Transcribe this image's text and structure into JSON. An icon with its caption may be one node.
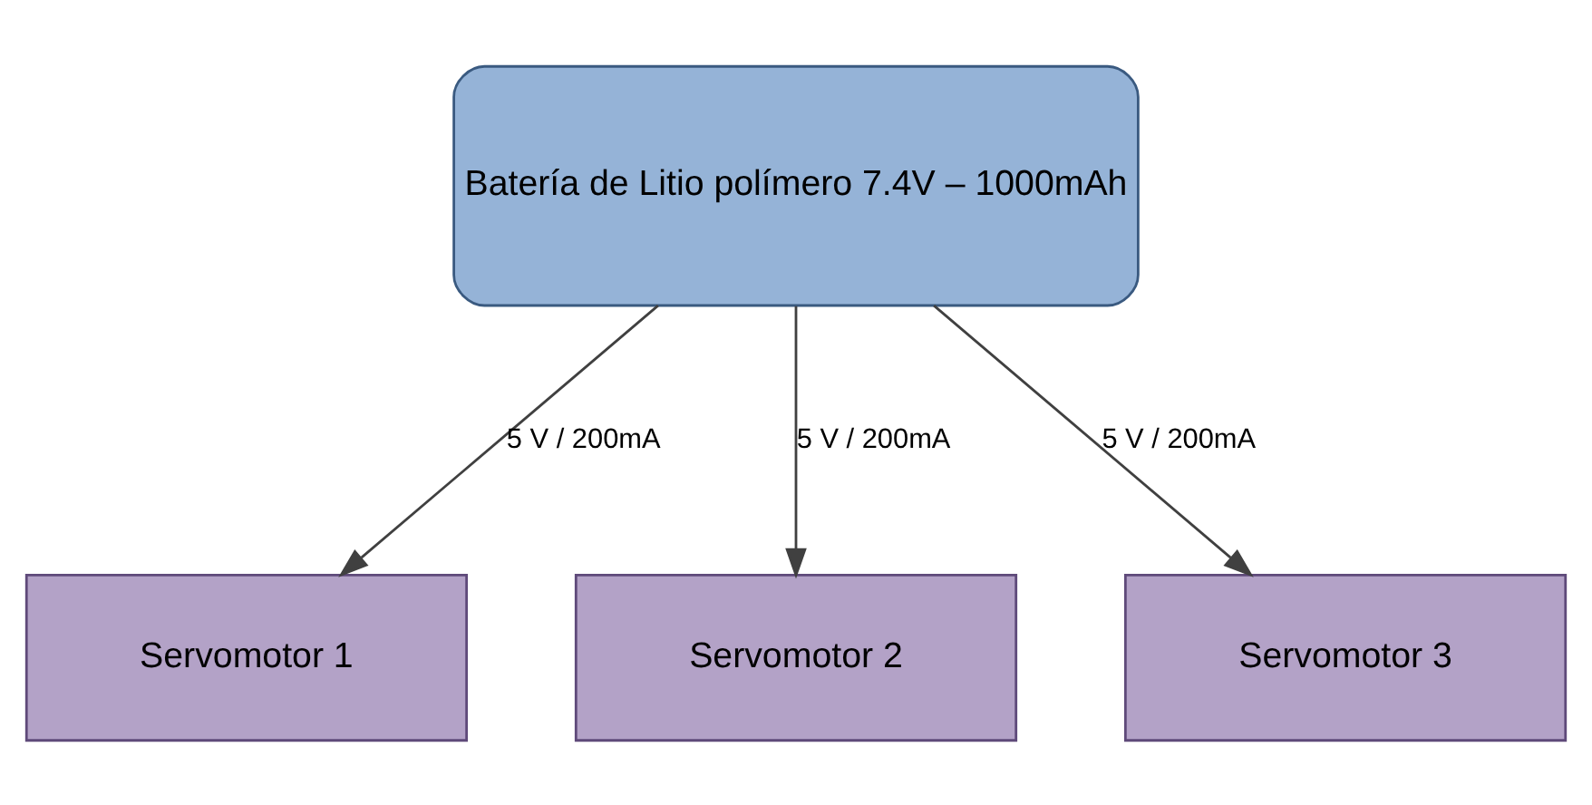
{
  "diagram": {
    "nodes": [
      {
        "text": [
          "Batería de Litio polímero 7.4V – 1000mAh"
        ]
      },
      {
        "text": [
          "Servomotor 1"
        ]
      },
      {
        "text": [
          "Servomotor 2"
        ]
      },
      {
        "text": [
          "Servomotor 3"
        ]
      }
    ],
    "edges": [
      {
        "from": 0,
        "to": 1,
        "arrow": "to",
        "label": "5 V / 200mA"
      },
      {
        "from": 0,
        "to": 2,
        "arrow": "to",
        "label": "5 V / 200mA"
      },
      {
        "from": 0,
        "to": 3,
        "arrow": "to",
        "label": "5 V / 200mA"
      }
    ]
  }
}
